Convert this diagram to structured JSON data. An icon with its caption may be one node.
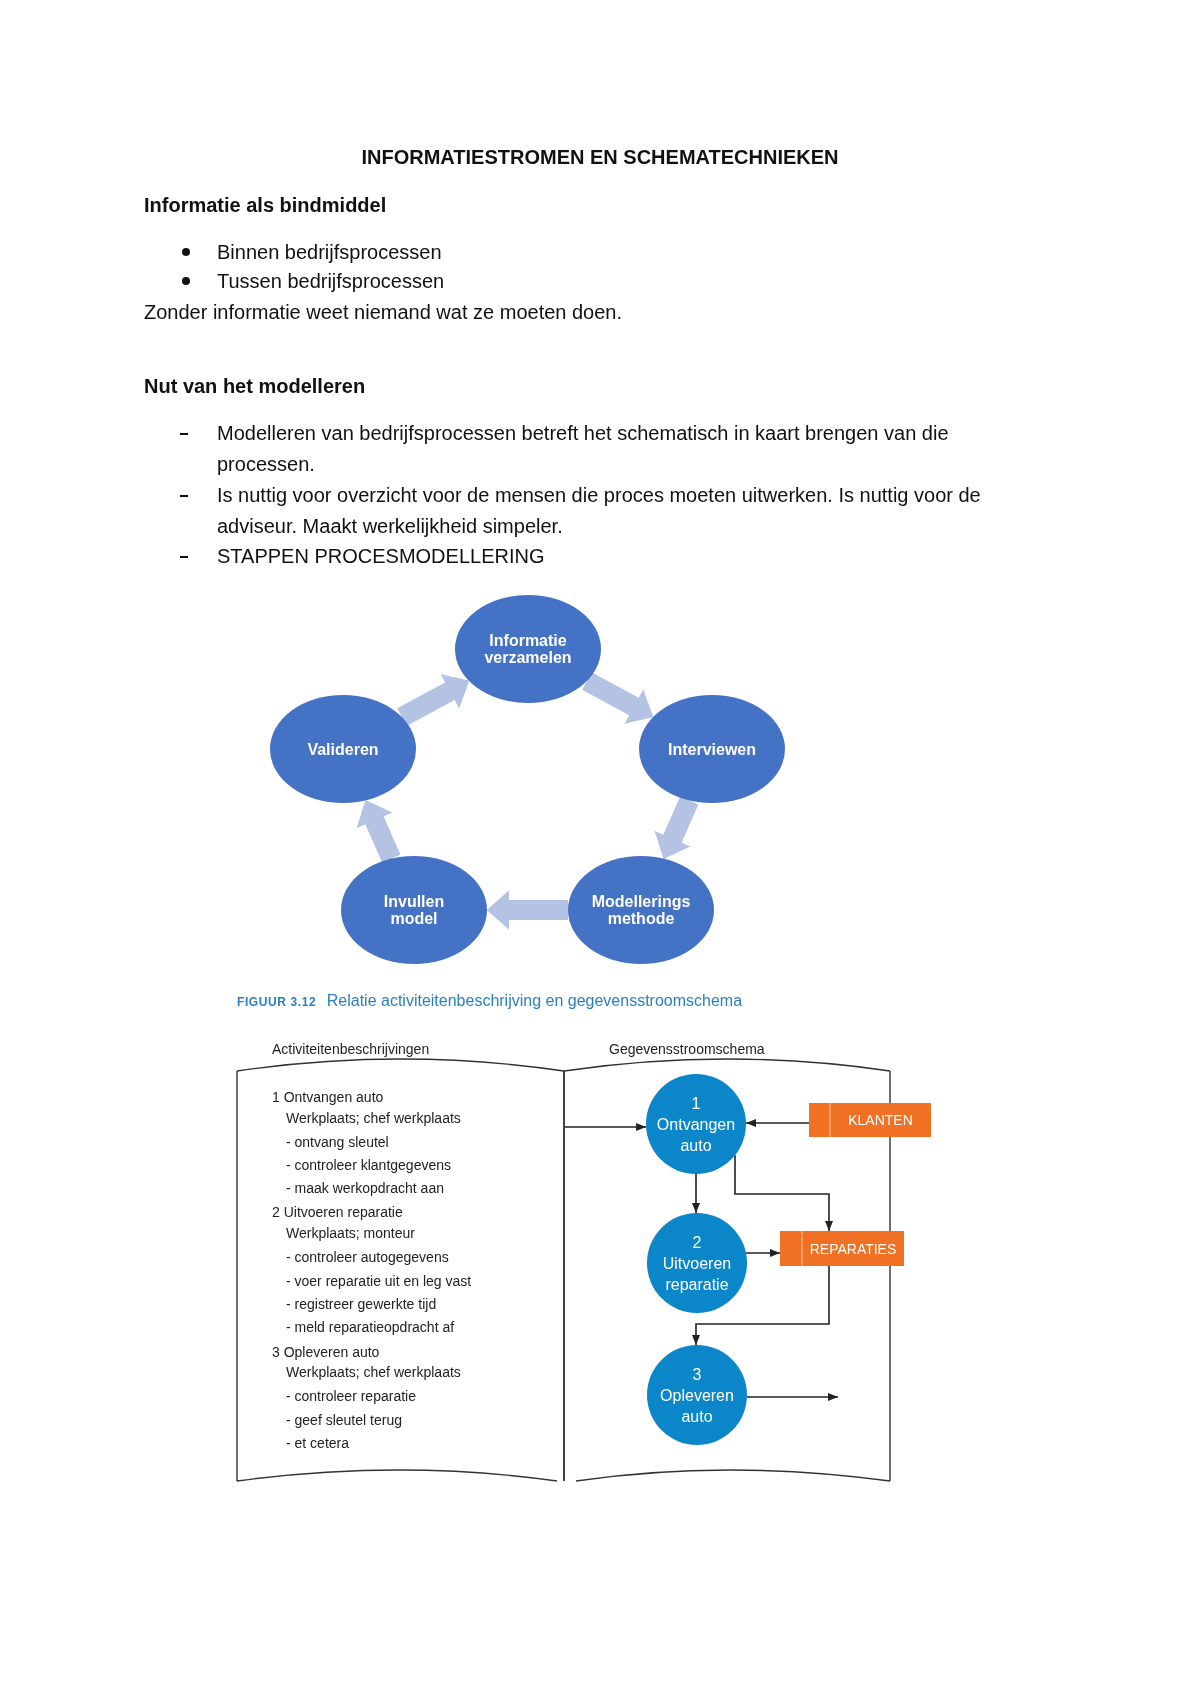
{
  "diagram": {
    "title": "INFORMATIESTROMEN EN SCHEMATECHNIEKEN",
    "caption": "**FIGUUR 3.12** Relatie activiteitenbeschrijving en gegevensstroomschema",
    "nodes": [
      {
        "text": [
          "Informatie verzamelen"
        ]
      },
      {
        "text": [
          "Interviewen"
        ]
      },
      {
        "text": [
          "Modellerings methode"
        ]
      },
      {
        "text": [
          "Invullen model"
        ]
      },
      {
        "text": [
          "Valideren"
        ]
      },
      {
        "text": [
          "Activiteitenbeschrijvingen",
          "1 Ontvangen auto",
          "Werkplaats; chef werkplaats",
          "- ontvang sleutel",
          "- controleer klantgegevens",
          "- maak werkopdracht aan",
          "2 Uitvoeren reparatie",
          "Werkplaats; monteur",
          "- controleer autogegevens",
          "- voer reparatie uit en leg vast",
          "- registreer gewerkte tijd",
          "- meld reparatieopdracht af",
          "3 Opleveren auto",
          "Werkplaats; chef werkplaats",
          "- controleer reparatie",
          "- geef sleutel terug",
          "- et cetera"
        ]
      },
      {
        "text": [
          "Gegevensstroomschema"
        ]
      },
      {
        "text": [
          "1",
          "Ontvangen auto"
        ],
        "in": 6
      },
      {
        "text": [
          "2",
          "Uitvoeren reparatie"
        ],
        "in": 6
      },
      {
        "text": [
          "3",
          "Opleveren auto"
        ],
        "in": 6
      },
      {
        "text": [
          "KLANTEN"
        ]
      },
      {
        "text": [
          "REPARATIES"
        ]
      }
    ],
    "edges": [
      {
        "from": 0,
        "to": 1,
        "arrow": "to",
        "style": "thick",
        "color": "#b4c2e4"
      },
      {
        "from": 1,
        "to": 2,
        "arrow": "to",
        "style": "thick",
        "color": "#b4c2e4"
      },
      {
        "from": 2,
        "to": 3,
        "arrow": "to",
        "style": "thick",
        "color": "#b4c2e4"
      },
      {
        "from": 3,
        "to": 4,
        "arrow": "to",
        "style": "thick",
        "color": "#b4c2e4"
      },
      {
        "from": 4,
        "to": 0,
        "arrow": "to",
        "style": "thick",
        "color": "#b4c2e4"
      },
      {
        "from": 5,
        "to": 7,
        "arrow": "to"
      },
      {
        "from": 10,
        "to": 7,
        "arrow": "to"
      },
      {
        "from": 7,
        "to": 8,
        "arrow": "to"
      },
      {
        "from": 7,
        "to": 11,
        "arrow": "to"
      },
      {
        "from": 8,
        "to": 11,
        "arrow": "to"
      },
      {
        "from": 11,
        "to": 9,
        "arrow": "to"
      },
      {
        "from": 9,
        "to": null,
        "arrow": "to"
      }
    ],
    "labels": [
      "Informatie als bindmiddel",
      "Binnen bedrijfsprocessen",
      "Tussen bedrijfsprocessen",
      "Zonder informatie weet niemand wat ze moeten doen.",
      "Nut van het modelleren",
      "Modelleren van bedrijfsprocessen betreft het schematisch in kaart brengen van die processen.",
      "Is nuttig voor overzicht voor de mensen die proces moeten uitwerken. Is nuttig voor de adviseur. Maakt werkelijkheid simpeler.",
      "STAPPEN PROCESMODELLERING"
    ]
  }
}
